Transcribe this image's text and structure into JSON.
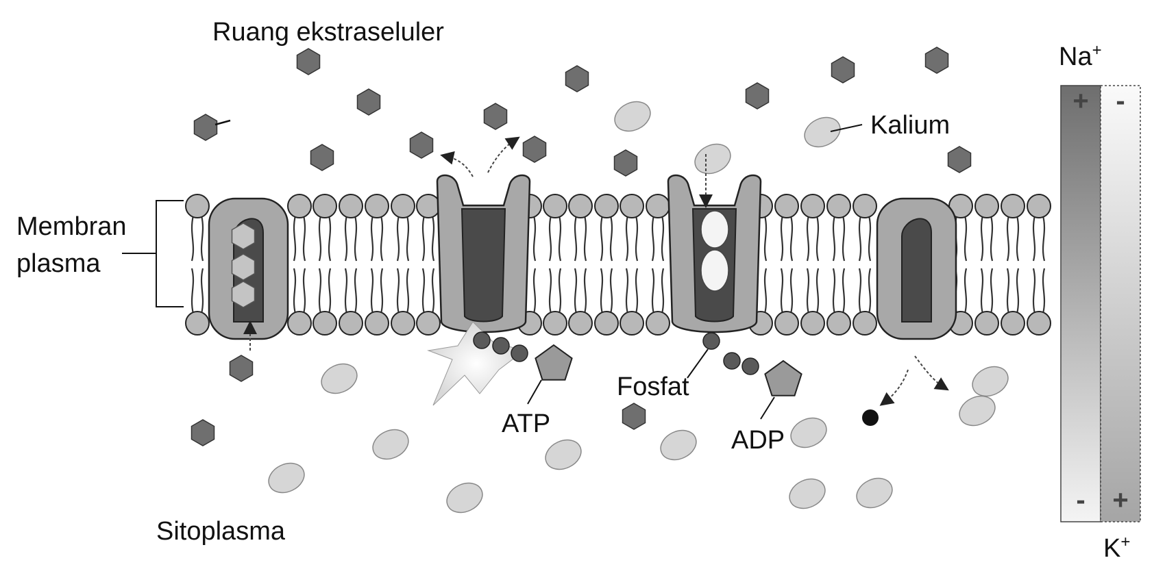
{
  "labels": {
    "extracellular": "Ruang ekstraseluler",
    "membrane_line1": "Membran",
    "membrane_line2": "plasma",
    "cytoplasm": "Sitoplasma",
    "potassium": "Kalium",
    "phosphate": "Fosfat",
    "atp": "ATP",
    "adp": "ADP",
    "sodium_base": "Na",
    "sodium_sup": "+",
    "potassium_ion_base": "K",
    "potassium_ion_sup": "+"
  },
  "gradient_bar": {
    "left_column_signs": [
      "+",
      "-"
    ],
    "right_column_signs": [
      "-",
      "+"
    ]
  },
  "colors": {
    "ink": "#111111",
    "sodium_particle": "#6f6f6f",
    "potassium_particle": "#d6d6d6",
    "lipid_head": "#b8b8b8",
    "pump_light": "#a8a8a8",
    "pump_dark": "#4a4a4a",
    "bar_dark": "#7a7a7a",
    "bar_light": "#f2f2f2"
  }
}
